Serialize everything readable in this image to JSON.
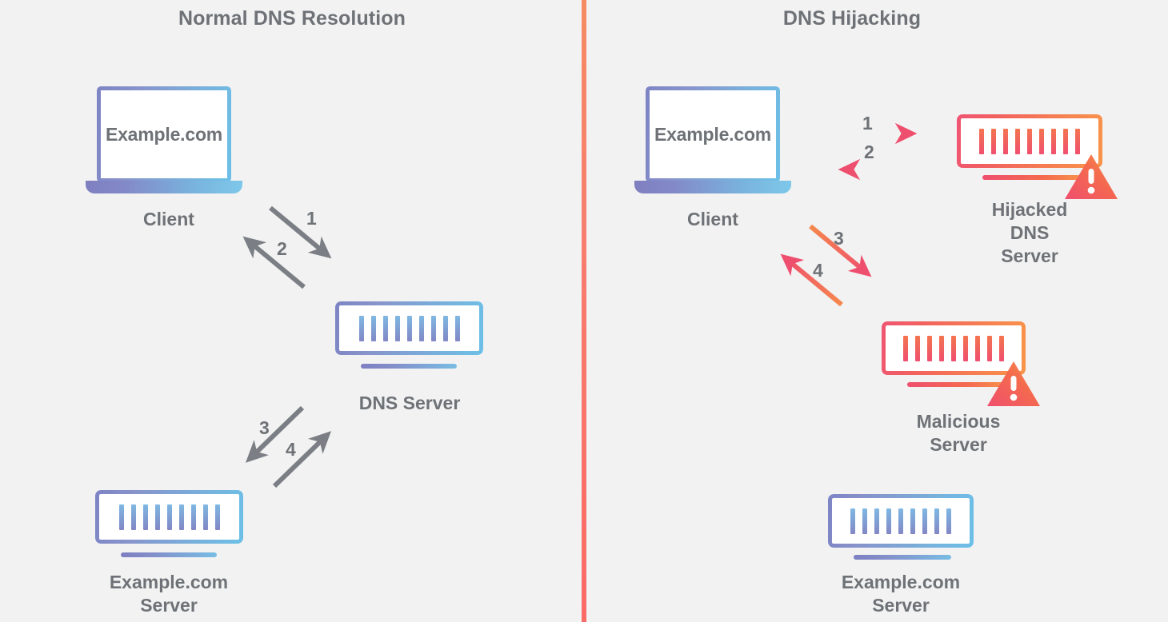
{
  "background": "#f2f2f2",
  "text_color": "#6e7277",
  "accent_blue": "#7d84c4",
  "accent_cyan": "#6cc0e8",
  "accent_red": "#ef4f6e",
  "accent_orange": "#f8944a",
  "divider_color": "#f77f6e",
  "panels": {
    "left": {
      "title": "Normal DNS\nResolution",
      "client_label": "Client",
      "client_domain": "Example.com",
      "dns_label": "DNS Server",
      "origin_label": "Example.com\nServer",
      "steps": [
        "1",
        "2",
        "3",
        "4"
      ]
    },
    "right": {
      "title": "DNS Hijacking",
      "client_label": "Client",
      "client_domain": "Example.com",
      "hijacked_label": "Hijacked\nDNS\nServer",
      "malicious_label": "Malicious\nServer",
      "origin_label": "Example.com\nServer",
      "steps": [
        "1",
        "2",
        "3",
        "4"
      ]
    }
  },
  "icons": {
    "laptop": "laptop-icon",
    "server": "server-icon",
    "warning": "warning-triangle-icon",
    "arrow": "arrow-icon"
  }
}
